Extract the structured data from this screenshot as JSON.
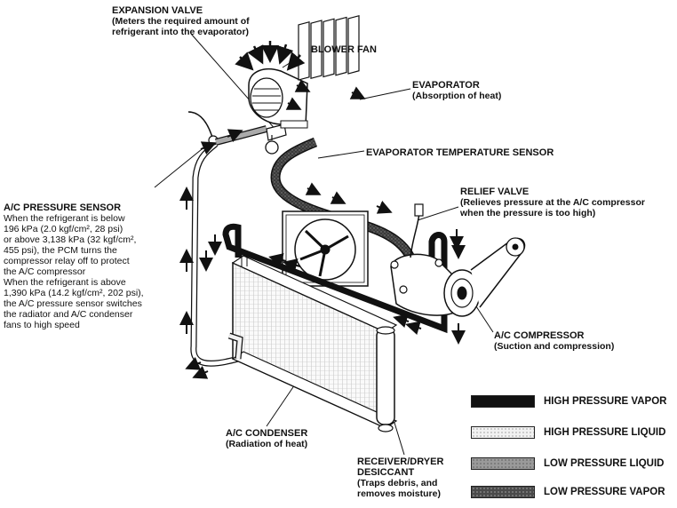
{
  "labels": {
    "expansion_valve": {
      "title": "EXPANSION VALVE",
      "desc_1": "(Meters the required amount of",
      "desc_2": "refrigerant into the evaporator)"
    },
    "blower_fan": {
      "title": "BLOWER FAN"
    },
    "evaporator": {
      "title": "EVAPORATOR",
      "desc": "(Absorption of heat)"
    },
    "evaporator_temp_sensor": {
      "title": "EVAPORATOR TEMPERATURE SENSOR"
    },
    "relief_valve": {
      "title": "RELIEF VALVE",
      "desc_1": "(Relieves pressure at the A/C compressor",
      "desc_2": "when the pressure is too high)"
    },
    "pressure_sensor": {
      "title": "A/C PRESSURE SENSOR",
      "lines": [
        "When the refrigerant is below",
        "196 kPa (2.0 kgf/cm², 28 psi)",
        "or above 3,138 kPa (32 kgf/cm²,",
        "455 psi), the PCM turns the",
        "compressor relay off to protect",
        "the A/C compressor",
        "When the refrigerant is above",
        "1,390 kPa (14.2 kgf/cm², 202 psi),",
        "the A/C pressure sensor switches",
        "the radiator and A/C condenser",
        "fans to high speed"
      ]
    },
    "compressor": {
      "title": "A/C COMPRESSOR",
      "desc": "(Suction and compression)"
    },
    "condenser": {
      "title": "A/C CONDENSER",
      "desc": "(Radiation of heat)"
    },
    "receiver_dryer": {
      "title_1": "RECEIVER/DRYER",
      "title_2": "DESICCANT",
      "desc_1": "(Traps debris, and",
      "desc_2": "removes moisture)"
    }
  },
  "legend": [
    {
      "label": "HIGH PRESSURE VAPOR",
      "color": "#111111",
      "pattern": "solid"
    },
    {
      "label": "HIGH PRESSURE LIQUID",
      "color": "#f2f2f2",
      "pattern": "light-speckle"
    },
    {
      "label": "LOW PRESSURE LIQUID",
      "color": "#9a9a9a",
      "pattern": "medium-speckle"
    },
    {
      "label": "LOW PRESSURE VAPOR",
      "color": "#4a4a4a",
      "pattern": "dark-speckle"
    }
  ]
}
